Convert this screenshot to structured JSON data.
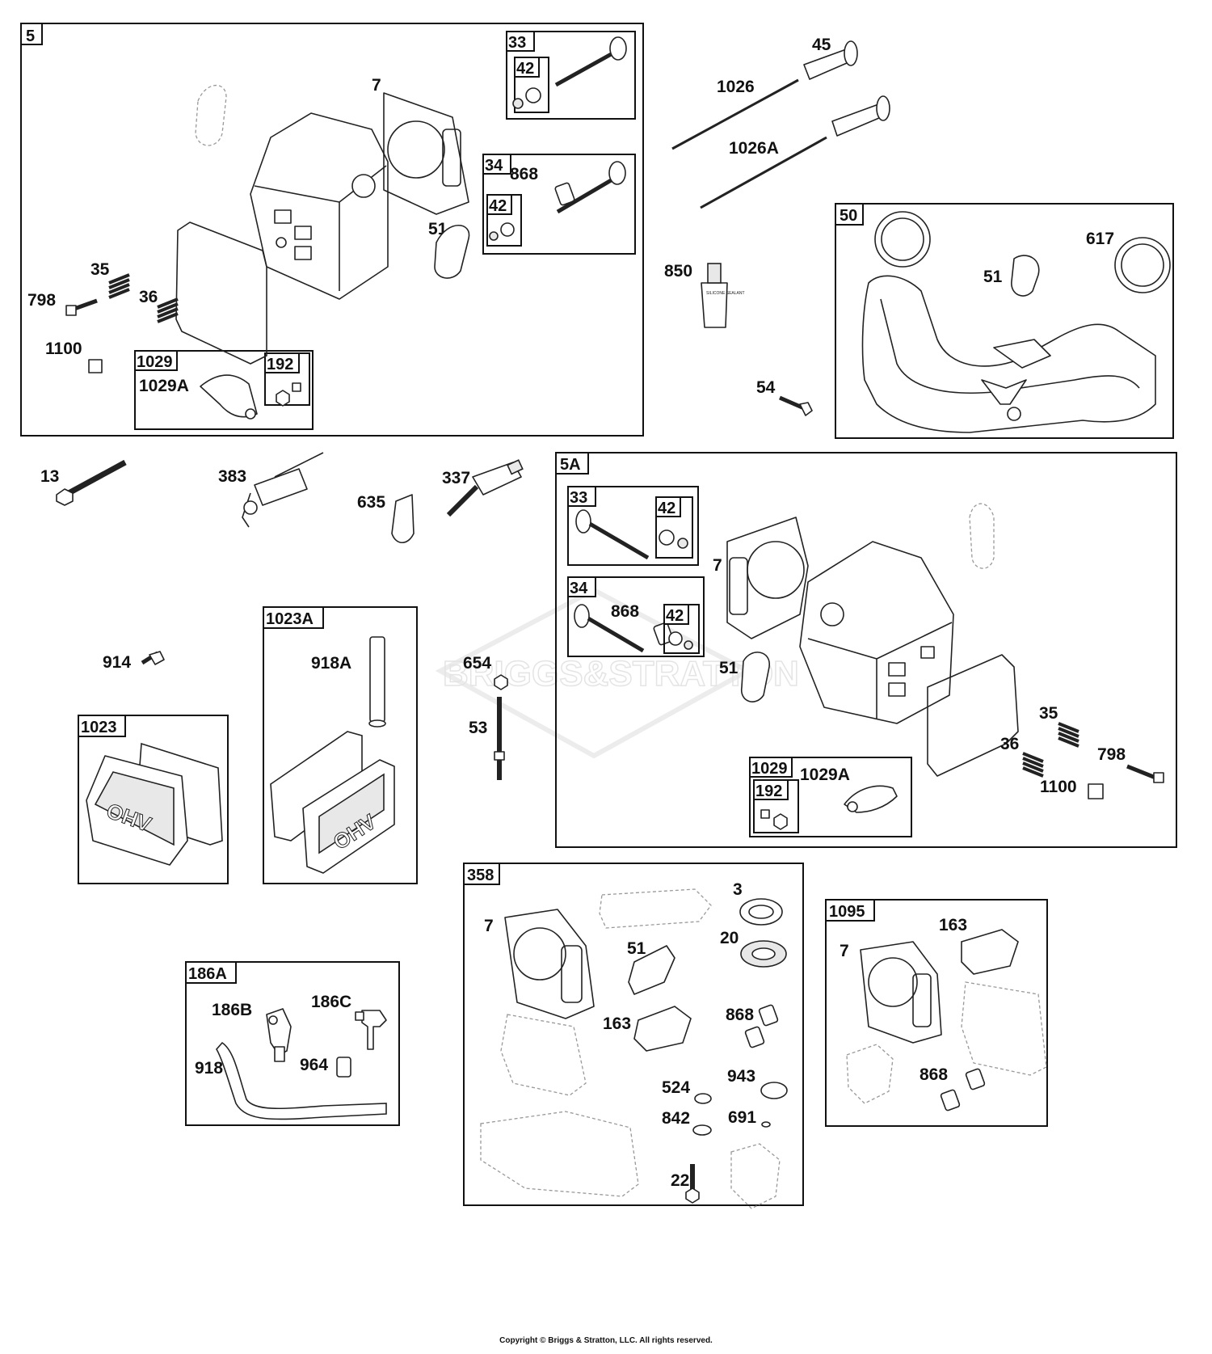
{
  "groups": {
    "g5": "5",
    "g5_33": "33",
    "g5_33_42": "42",
    "g5_34": "34",
    "g5_34_42": "42",
    "g5_1029": "1029",
    "g5_1029_192": "192",
    "g50": "50",
    "g5A": "5A",
    "g5A_33": "33",
    "g5A_33_42": "42",
    "g5A_34": "34",
    "g5A_34_42": "42",
    "g5A_1029": "1029",
    "g5A_1029_192": "192",
    "g1023A": "1023A",
    "g1023": "1023",
    "g186A": "186A",
    "g358": "358",
    "g1095": "1095"
  },
  "labels": {
    "p5_7": "7",
    "p5_868": "868",
    "p5_51": "51",
    "p5_35": "35",
    "p5_36": "36",
    "p5_798": "798",
    "p5_1100": "1100",
    "p5_1029A": "1029A",
    "p45": "45",
    "p1026": "1026",
    "p1026A": "1026A",
    "p850": "850",
    "p50_617": "617",
    "p50_51": "51",
    "p54": "54",
    "p13": "13",
    "p383": "383",
    "p337": "337",
    "p635": "635",
    "p914": "914",
    "p918A": "918A",
    "p654": "654",
    "p53": "53",
    "p5A_7": "7",
    "p5A_868": "868",
    "p5A_51": "51",
    "p5A_35": "35",
    "p5A_36": "36",
    "p5A_798": "798",
    "p5A_1100": "1100",
    "p5A_1029A": "1029A",
    "p186B": "186B",
    "p186C": "186C",
    "p918": "918",
    "p964": "964",
    "p358_7": "7",
    "p358_3": "3",
    "p358_20": "20",
    "p358_51": "51",
    "p358_163": "163",
    "p358_868": "868",
    "p358_943": "943",
    "p358_524": "524",
    "p358_842": "842",
    "p358_691": "691",
    "p358_22": "22",
    "p1095_163": "163",
    "p1095_7": "7",
    "p1095_868": "868"
  },
  "valve_cover_text": "OHV",
  "sealant_text": "SILICONE SEALANT",
  "watermark": "BRIGGS&STRATTON",
  "copyright": "Copyright © Briggs & Stratton, LLC. All rights reserved."
}
